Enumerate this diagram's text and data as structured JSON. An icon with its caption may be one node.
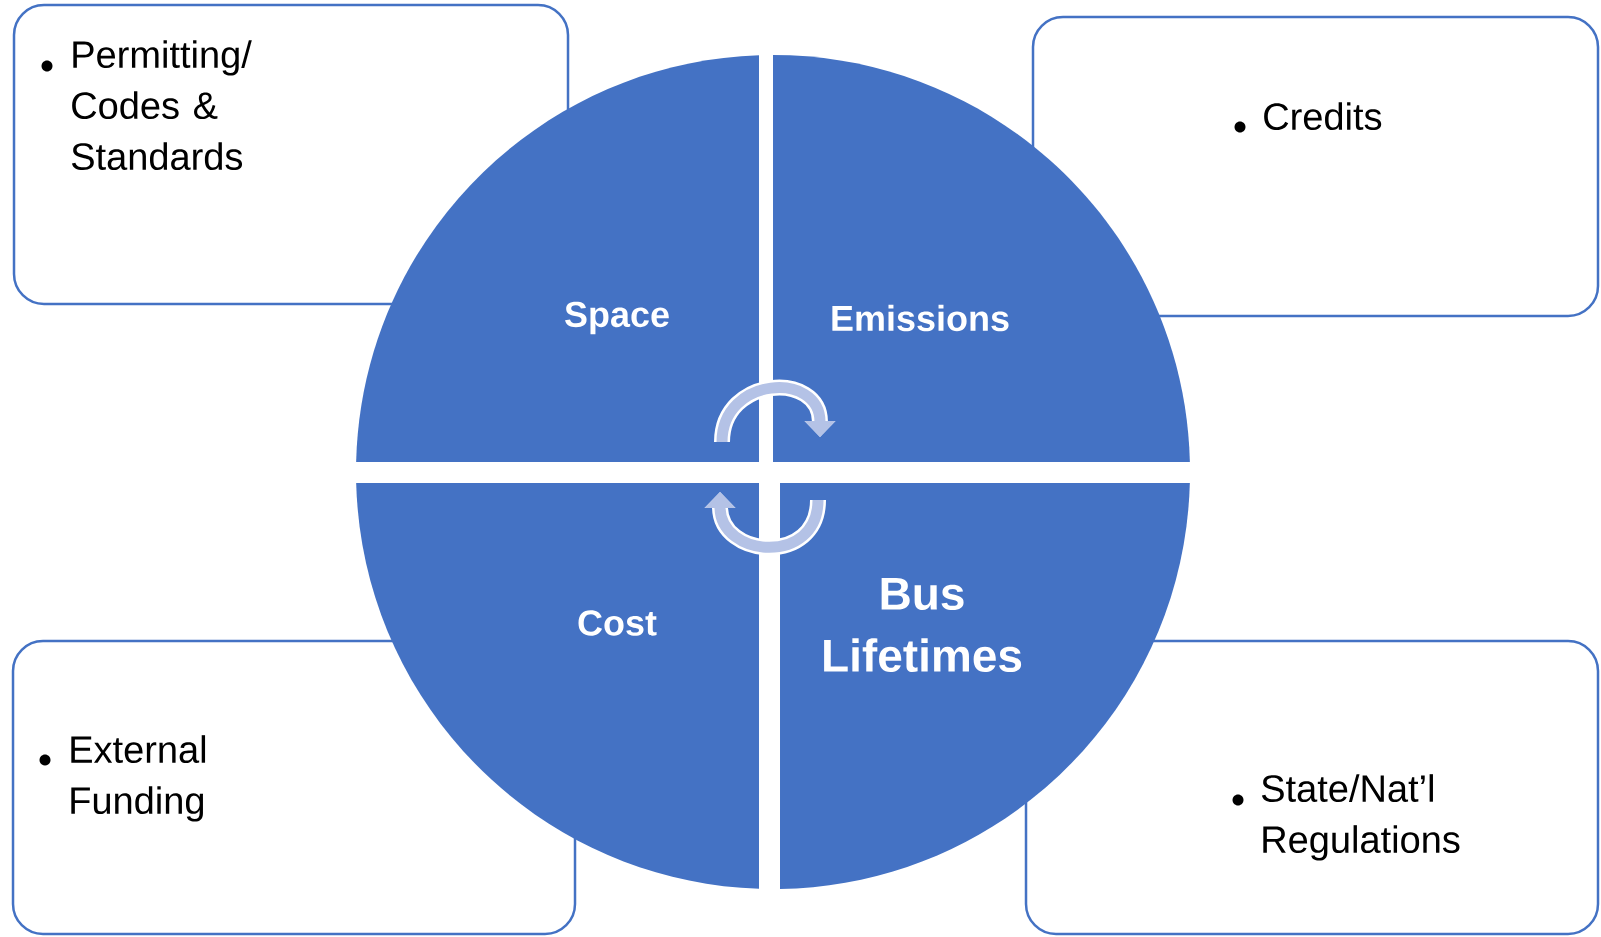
{
  "diagram": {
    "nodes": [
      {
        "text": [
          "Permitting/ Codes & Standards"
        ]
      },
      {
        "text": [
          "Credits"
        ]
      },
      {
        "text": [
          "External Funding"
        ]
      },
      {
        "text": [
          "State/Nat’l Regulations"
        ]
      },
      {
        "text": [
          "Space"
        ]
      },
      {
        "text": [
          "Emissions"
        ]
      },
      {
        "text": [
          "Cost"
        ]
      },
      {
        "text": [
          "Bus Lifetimes"
        ]
      }
    ],
    "edges": [
      {
        "from": 4,
        "to": 5,
        "arrow": "to"
      },
      {
        "from": 7,
        "to": 6,
        "arrow": "to"
      }
    ]
  }
}
